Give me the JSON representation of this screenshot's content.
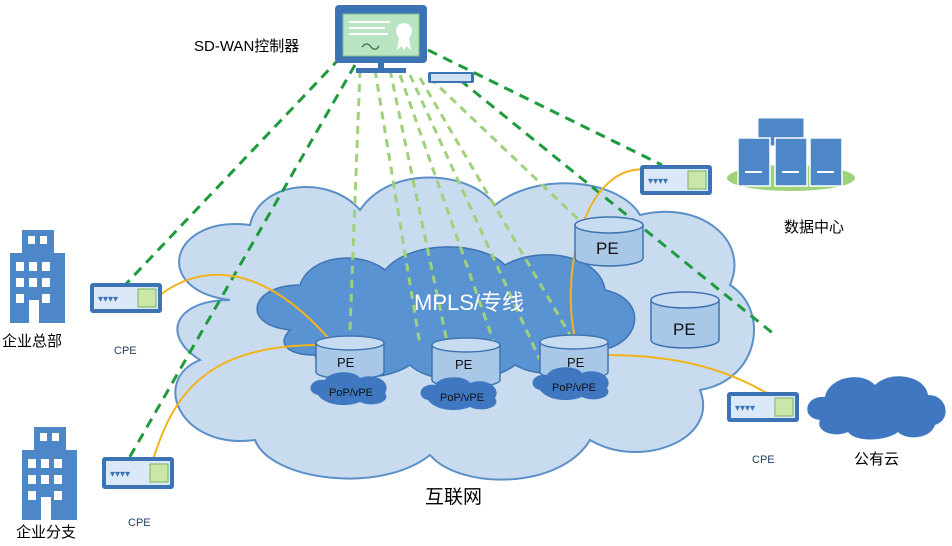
{
  "controller": {
    "label": "SD-WAN控制器"
  },
  "cloud": {
    "internet_label": "互联网",
    "mpls_label": "MPLS/专线"
  },
  "sites": {
    "hq": {
      "label": "企业总部",
      "cpe_label": "CPE"
    },
    "branch": {
      "label": "企业分支",
      "cpe_label": "CPE"
    },
    "datacenter": {
      "label": "数据中心"
    },
    "public_cloud": {
      "label": "公有云",
      "cpe_label": "CPE"
    }
  },
  "pe_nodes": [
    "PE",
    "PE",
    "PE",
    "PE",
    "PE"
  ],
  "pop_labels": [
    "PoP/vPE",
    "PoP/vPE",
    "PoP/vPE"
  ],
  "colors": {
    "cloud_fill": "#c9dcef",
    "cloud_stroke": "#5b8fc7",
    "mpls_fill": "#5a93d1",
    "pe_fill": "#a9c8e8",
    "pe_top": "#c8dcf1",
    "pop_fill": "#3f78c0",
    "dash_dark": "#1e9b3c",
    "dash_light": "#9fd17a",
    "cable": "#f2b31e",
    "building": "#4d87c8",
    "device": "#3b73b5"
  },
  "icons": [
    "certificate-icon",
    "router-icon",
    "server-cluster-icon",
    "building-icon",
    "cloud-icon"
  ]
}
